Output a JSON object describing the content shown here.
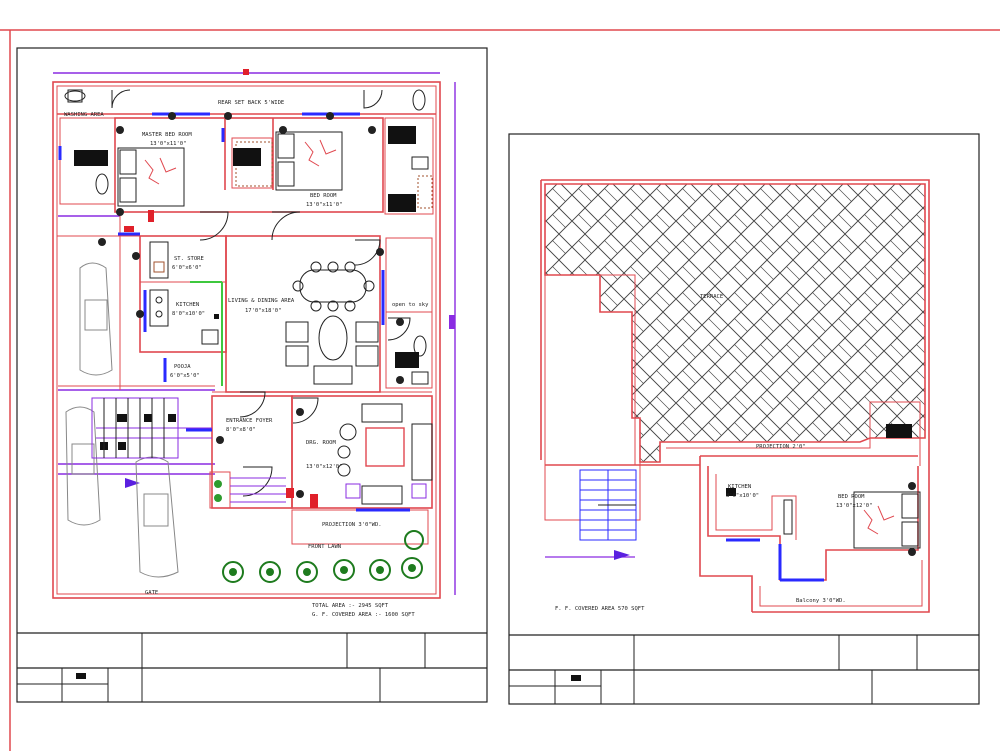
{
  "ground_floor": {
    "labels": {
      "rear_set_back": "REAR SET BACK 5'WIDE",
      "washing_area": "WASHING AREA",
      "master_bed_room": "MASTER BED ROOM",
      "master_bed_size": "13'0\"x11'0\"",
      "bed_room": "BED ROOM",
      "bed_room_size": "13'0\"x11'0\"",
      "store": "ST. STORE",
      "store_size": "6'0\"x6'0\"",
      "kitchen": "KITCHEN",
      "kitchen_size": "8'0\"x10'0\"",
      "living_dining": "LIVING & DINING AREA",
      "living_dining_size": "17'0\"x18'0\"",
      "open_to_sky": "open to sky",
      "pooja": "POOJA",
      "pooja_size": "6'0\"x5'0\"",
      "entrance_foyer": "ENTRANCE FOYER",
      "entrance_foyer_size": "8'0\"x8'0\"",
      "drg_room": "DRG. ROOM",
      "drg_room_size": "13'0\"x12'0\"",
      "projection": "PROJECTION 3'0\"WD.",
      "front_lawn": "FRONT LAWN",
      "gate": "GATE",
      "total_area": "TOTAL AREA :- 2945 SQFT",
      "covered_area": "G. F. COVERED AREA :- 1600 SQFT"
    }
  },
  "first_floor": {
    "labels": {
      "terrace": "TERRACE",
      "projection": "PROJECTION 2'0\"",
      "kitchen": "KITCHEN",
      "kitchen_size": "8'0\"x10'0\"",
      "bed_room": "BED ROOM",
      "bed_room_size": "13'0\"x12'0\"",
      "balcony": "Balcony 3'0\"WD.",
      "covered_area": "F. F. COVERED AREA 570 SQFT"
    }
  },
  "colors": {
    "walls": "#e0484f",
    "windows": "#2a2aff",
    "dimensions": "#8a2be2",
    "frames": "#222222"
  }
}
